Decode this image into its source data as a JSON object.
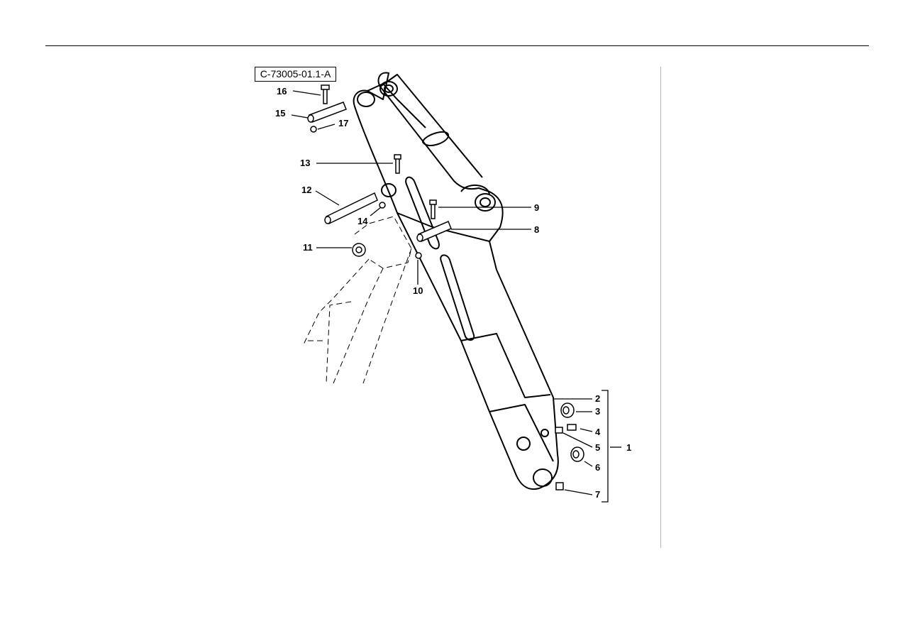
{
  "figure": {
    "id": "C-73005-01.1-A"
  },
  "callouts": [
    {
      "label": "1"
    },
    {
      "label": "2"
    },
    {
      "label": "3"
    },
    {
      "label": "4"
    },
    {
      "label": "5"
    },
    {
      "label": "6"
    },
    {
      "label": "7"
    },
    {
      "label": "8"
    },
    {
      "label": "9"
    },
    {
      "label": "10"
    },
    {
      "label": "11"
    },
    {
      "label": "12"
    },
    {
      "label": "13"
    },
    {
      "label": "14"
    },
    {
      "label": "15"
    },
    {
      "label": "16"
    },
    {
      "label": "17"
    }
  ]
}
